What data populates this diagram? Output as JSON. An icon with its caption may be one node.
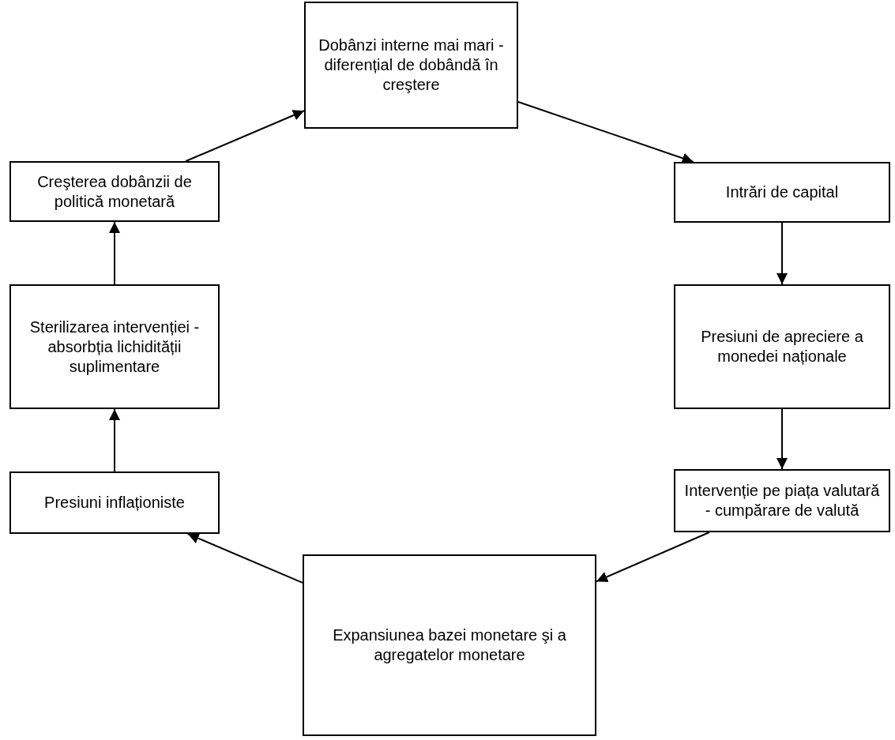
{
  "diagram": {
    "nodes": [
      {
        "text": [
          "Dobânzi interne mai mari - diferențial de dobândă în creştere"
        ]
      },
      {
        "text": [
          "Intrări de capital"
        ]
      },
      {
        "text": [
          "Presiuni de apreciere a monedei naționale"
        ]
      },
      {
        "text": [
          "Intervenție pe piața valutară - cumpărare de valută"
        ]
      },
      {
        "text": [
          "Expansiunea bazei monetare şi a agregatelor monetare"
        ]
      },
      {
        "text": [
          "Presiuni inflaționiste"
        ]
      },
      {
        "text": [
          "Sterilizarea intervenției - absorbția lichidității suplimentare"
        ]
      },
      {
        "text": [
          "Creşterea dobânzii de politică monetară"
        ]
      }
    ],
    "edges": [
      {
        "from": 0,
        "to": 1,
        "arrow": "to"
      },
      {
        "from": 1,
        "to": 2,
        "arrow": "to"
      },
      {
        "from": 2,
        "to": 3,
        "arrow": "to"
      },
      {
        "from": 3,
        "to": 4,
        "arrow": "to"
      },
      {
        "from": 4,
        "to": 5,
        "arrow": "to"
      },
      {
        "from": 5,
        "to": 6,
        "arrow": "to"
      },
      {
        "from": 6,
        "to": 7,
        "arrow": "to"
      },
      {
        "from": 7,
        "to": 0,
        "arrow": "to"
      }
    ]
  }
}
